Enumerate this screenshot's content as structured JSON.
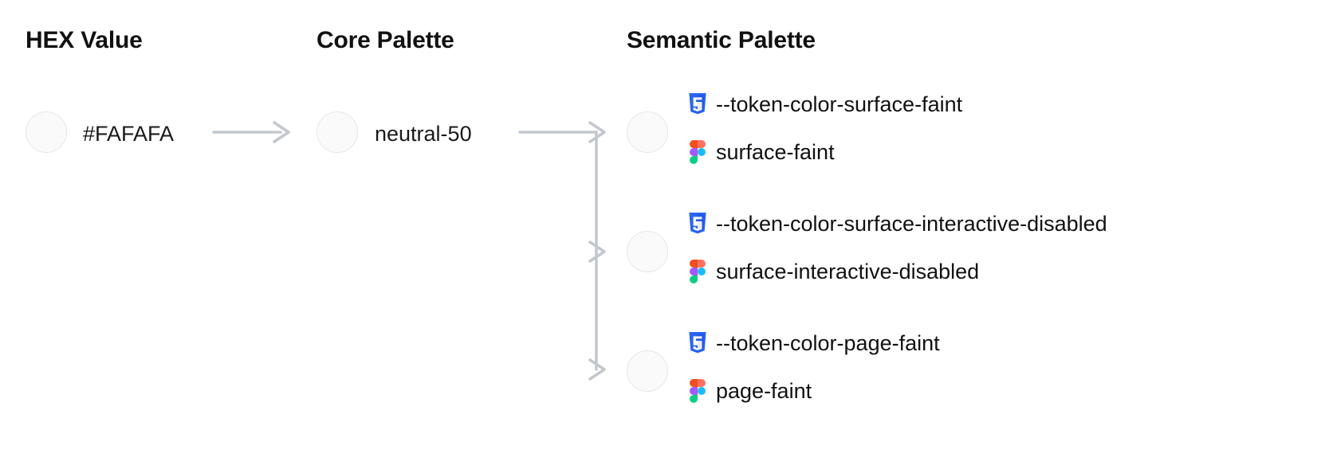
{
  "columns": {
    "hex": {
      "heading": "HEX Value"
    },
    "core": {
      "heading": "Core Palette"
    },
    "semantic": {
      "heading": "Semantic Palette"
    }
  },
  "hex_value": {
    "swatch_color": "#FAFAFA",
    "label": "#FAFAFA"
  },
  "core_value": {
    "swatch_color": "#FAFAFA",
    "label": "neutral-50"
  },
  "semantic_tokens": [
    {
      "swatch_color": "#FAFAFA",
      "css_icon": "css3-icon",
      "css_token": "--token-color-surface-faint",
      "figma_icon": "figma-icon",
      "figma_token": "surface-faint"
    },
    {
      "swatch_color": "#FAFAFA",
      "css_icon": "css3-icon",
      "css_token": "--token-color-surface-interactive-disabled",
      "figma_icon": "figma-icon",
      "figma_token": "surface-interactive-disabled"
    },
    {
      "swatch_color": "#FAFAFA",
      "css_icon": "css3-icon",
      "css_token": "--token-color-page-faint",
      "figma_icon": "figma-icon",
      "figma_token": "page-faint"
    }
  ],
  "colors": {
    "connector": "#C3C7CE",
    "swatch_border": "#E7E7E9",
    "text": "#111111",
    "css3_blue": "#2965F1",
    "figma_red": "#F24E1E",
    "figma_salmon": "#FF7262",
    "figma_purple": "#A259FF",
    "figma_blue": "#1ABCFE",
    "figma_green": "#0ACF83",
    "background": "#FFFFFF"
  }
}
